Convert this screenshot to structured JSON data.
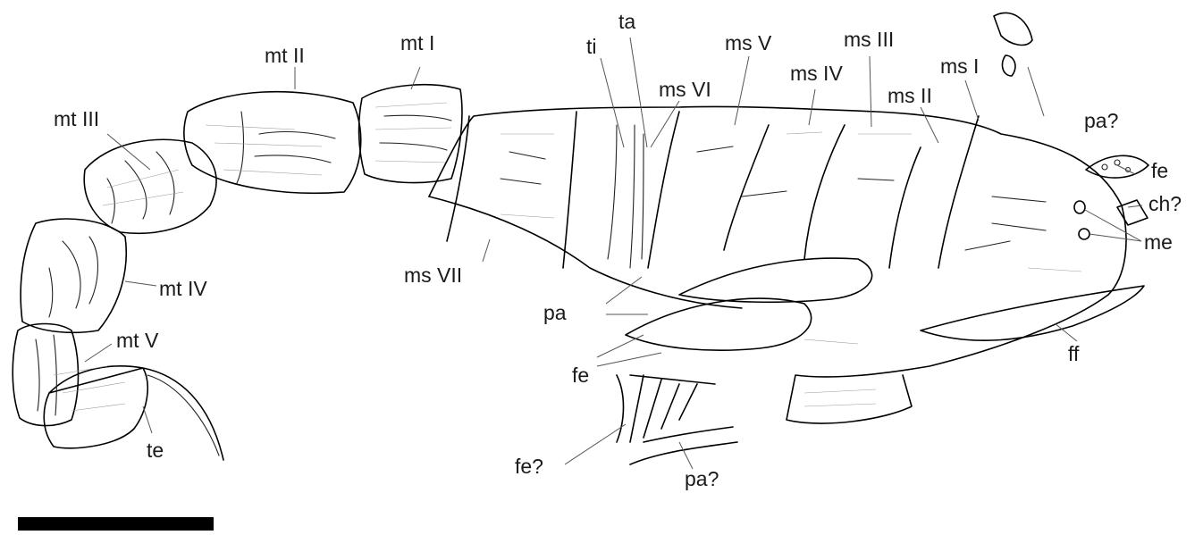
{
  "labels": {
    "mt_I": "mt I",
    "mt_II": "mt II",
    "mt_III": "mt III",
    "mt_IV": "mt IV",
    "mt_V": "mt V",
    "te": "te",
    "ms_VII": "ms VII",
    "ti": "ti",
    "ta": "ta",
    "ms_VI": "ms VI",
    "ms_V": "ms V",
    "ms_IV": "ms IV",
    "ms_III": "ms III",
    "ms_II": "ms II",
    "ms_I": "ms I",
    "pa_q_top": "pa?",
    "fe_top": "fe",
    "ch_q": "ch?",
    "me": "me",
    "ff": "ff",
    "pa": "pa",
    "fe": "fe",
    "fe_q": "fe?",
    "pa_q_bottom": "pa?"
  },
  "colors": {
    "ink": "#000000",
    "texture": "#999999",
    "background": "#ffffff"
  }
}
